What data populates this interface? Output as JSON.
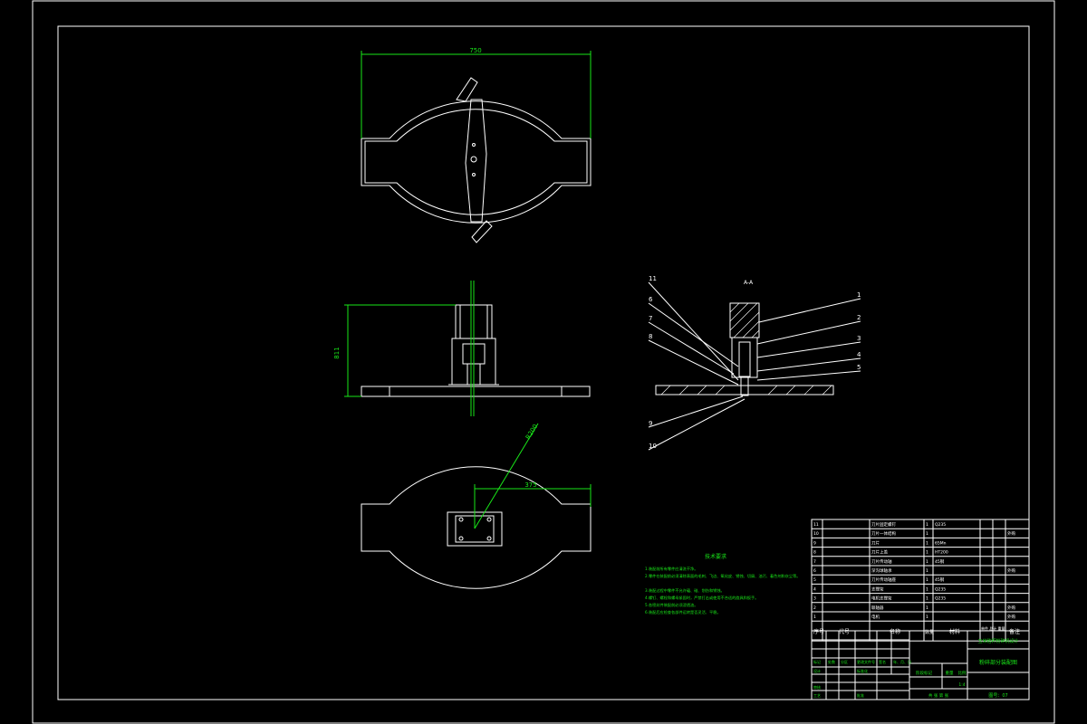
{
  "drawing": {
    "top_view_width_dim": "750",
    "front_view_height_dim": "811",
    "bottom_view_radius_dim": "R200",
    "bottom_view_offset_dim": "375",
    "section_label": "A-A",
    "section_callouts": [
      "11",
      "6",
      "7",
      "8",
      "9",
      "10",
      "1",
      "2",
      "3",
      "4",
      "5"
    ]
  },
  "tech_requirements": {
    "title": "技术要求",
    "lines": [
      "1.装配前所有零件应清洗干净。",
      "2.零件在装配前必须清除表面的毛刺、飞边、氧化皮、锈蚀、切屑、油污、着色剂和灰尘等。",
      "3.装配过程中零件不允许磕、碰、划伤和锈蚀。",
      "4.螺钉、螺栓和螺母紧固时，严禁打击或使用不合适的旋具和扳手。",
      "5.各密封件装配前必须浸透油。",
      "6.装配后应检查各部件运转是否灵活、平稳。"
    ]
  },
  "bom": {
    "rows": [
      {
        "no": "11",
        "name": "刀片固定螺钉",
        "qty": "1",
        "mat": "Q235",
        "note": ""
      },
      {
        "no": "10",
        "name": "刀片一体结构",
        "qty": "1",
        "mat": "",
        "note": "外购"
      },
      {
        "no": "9",
        "name": "刀片",
        "qty": "1",
        "mat": "65Mn",
        "note": ""
      },
      {
        "no": "8",
        "name": "刀片上盖",
        "qty": "1",
        "mat": "HT200",
        "note": ""
      },
      {
        "no": "7",
        "name": "刀片传动轴",
        "qty": "1",
        "mat": "45钢",
        "note": ""
      },
      {
        "no": "6",
        "name": "深沟球轴承",
        "qty": "1",
        "mat": "",
        "note": "外购"
      },
      {
        "no": "5",
        "name": "刀片传动轴座",
        "qty": "1",
        "mat": "45钢",
        "note": ""
      },
      {
        "no": "4",
        "name": "支撑架",
        "qty": "1",
        "mat": "Q235",
        "note": ""
      },
      {
        "no": "3",
        "name": "电机支撑架",
        "qty": "1",
        "mat": "Q235",
        "note": ""
      },
      {
        "no": "2",
        "name": "联轴器",
        "qty": "1",
        "mat": "",
        "note": "外购"
      },
      {
        "no": "1",
        "name": "电机",
        "qty": "1",
        "mat": "",
        "note": "外购"
      }
    ],
    "header": {
      "no": "序号",
      "code": "代号",
      "name": "名称",
      "qty": "数量",
      "mat": "材料",
      "weight": "单件 总计 重量",
      "note": "备注"
    }
  },
  "title_block": {
    "project": "玉米秸秆粉碎机设计",
    "drawing_name": "粉碎部分装配图",
    "stage_label": "阶段标记",
    "weight_label": "重量",
    "scale_label": "比例",
    "scale": "1:4",
    "sheet": "共  张  第  张",
    "code": "图号：07",
    "designer": "设计",
    "checker": "审核",
    "process": "工艺",
    "standard": "标准化",
    "approve": "批准",
    "date_label": "日期",
    "mark": "标记",
    "count": "处数",
    "zone": "分区",
    "change": "更改文件号",
    "sign": "签名",
    "ymd": "年、月、日"
  },
  "colors": {
    "line": "#ffffff",
    "dim": "#19e619",
    "bg": "#000000"
  }
}
